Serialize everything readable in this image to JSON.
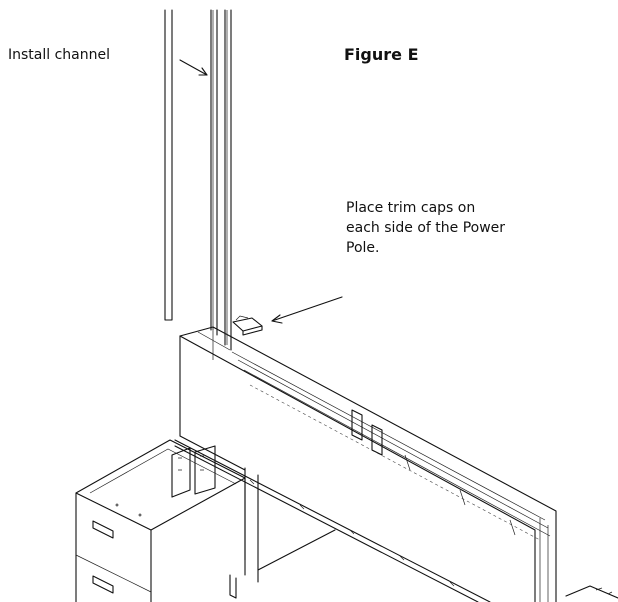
{
  "labels": {
    "install_channel": "Install channel",
    "figure_title": "Figure E",
    "trim_caps_note": "Place trim caps on\neach side of the Power\nPole."
  },
  "colors": {
    "ink": "#111111",
    "background": "#ffffff"
  }
}
